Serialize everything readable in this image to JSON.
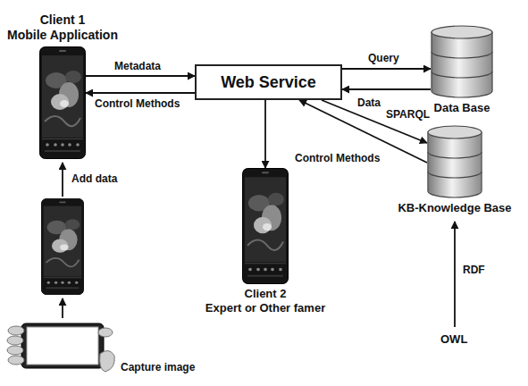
{
  "diagram": {
    "nodes": [
      {
        "text": [
          "Client 1",
          "Mobile Application"
        ]
      },
      {
        "text": [
          "Web Service"
        ]
      },
      {
        "text": [
          "Data Base"
        ]
      },
      {
        "text": [
          "KB-Knowledge Base"
        ]
      },
      {
        "text": [
          "Client 2",
          "Expert or Other famer"
        ]
      }
    ],
    "edges": [
      {
        "from": 0,
        "to": 1,
        "label": "Metadata",
        "arrow": "to"
      },
      {
        "from": 1,
        "to": 0,
        "label": "Control Methods",
        "arrow": "to"
      },
      {
        "from": 1,
        "to": 2,
        "label": "Query",
        "arrow": "to"
      },
      {
        "from": 2,
        "to": 1,
        "label": "Data",
        "arrow": "to"
      },
      {
        "from": 1,
        "to": 3,
        "label": "SPARQL",
        "arrow": "to"
      },
      {
        "from": 3,
        "to": 1,
        "label": "Control Methods",
        "arrow": "to"
      },
      {
        "from": 1,
        "to": 4,
        "arrow": "to"
      }
    ],
    "labels": [
      "Add data",
      "Capture image",
      "RDF",
      "OWL"
    ]
  }
}
